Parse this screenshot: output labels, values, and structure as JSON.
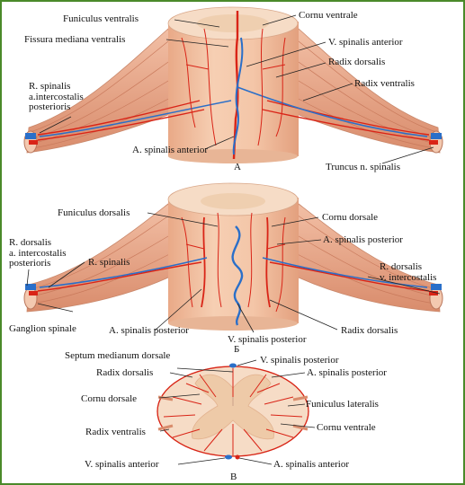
{
  "colors": {
    "frame": "#4a8a2a",
    "artery": "#d92417",
    "vein": "#2a6fc9",
    "nerve_root": "#e8a184",
    "cord_surface": "#f4c2a4",
    "cord_top": "#f6d9c3",
    "grey_matter": "#eecaa8",
    "leader": "#222222"
  },
  "panels": {
    "a": {
      "letter": "А",
      "labels": {
        "funiculus_ventralis": "Funiculus ventralis",
        "cornu_ventrale": "Cornu ventrale",
        "fissura_mediana_ventralis": "Fissura mediana ventralis",
        "v_spinalis_anterior": "V. spinalis anterior",
        "radix_dorsalis": "Radix dorsalis",
        "radix_ventralis": "Radix ventralis",
        "r_spinalis_a_intercostalis": "R. spinalis\na.intercostalis\nposterioris",
        "a_spinalis_anterior": "A. spinalis anterior",
        "truncus_n_spinalis": "Truncus n. spinalis"
      }
    },
    "b": {
      "letter": "Б",
      "labels": {
        "funiculus_dorsalis": "Funiculus dorsalis",
        "cornu_dorsale": "Cornu dorsale",
        "r_dorsalis_a_intercostalis": "R. dorsalis\na. intercostalis\nposterioris",
        "r_spinalis": "R. spinalis",
        "a_spinalis_posterior_top": "A. spinalis posterior",
        "r_dorsalis_v_intercostalis": "R. dorsalis\nv. intercostalis",
        "ganglion_spinale": "Ganglion spinale",
        "a_spinalis_posterior_bottom": "A. spinalis posterior",
        "v_spinalis_posterior": "V. spinalis posterior",
        "radix_dorsalis": "Radix dorsalis"
      }
    },
    "c": {
      "letter": "В",
      "labels": {
        "septum_medianum_dorsale": "Septum medianum dorsale",
        "v_spinalis_posterior": "V. spinalis posterior",
        "radix_dorsalis": "Radix dorsalis",
        "a_spinalis_posterior": "A. spinalis posterior",
        "cornu_dorsale": "Cornu dorsale",
        "funiculus_lateralis": "Funiculus lateralis",
        "radix_ventralis": "Radix ventralis",
        "cornu_ventrale": "Cornu ventrale",
        "v_spinalis_anterior": "V. spinalis anterior",
        "a_spinalis_anterior": "A. spinalis anterior"
      }
    }
  }
}
